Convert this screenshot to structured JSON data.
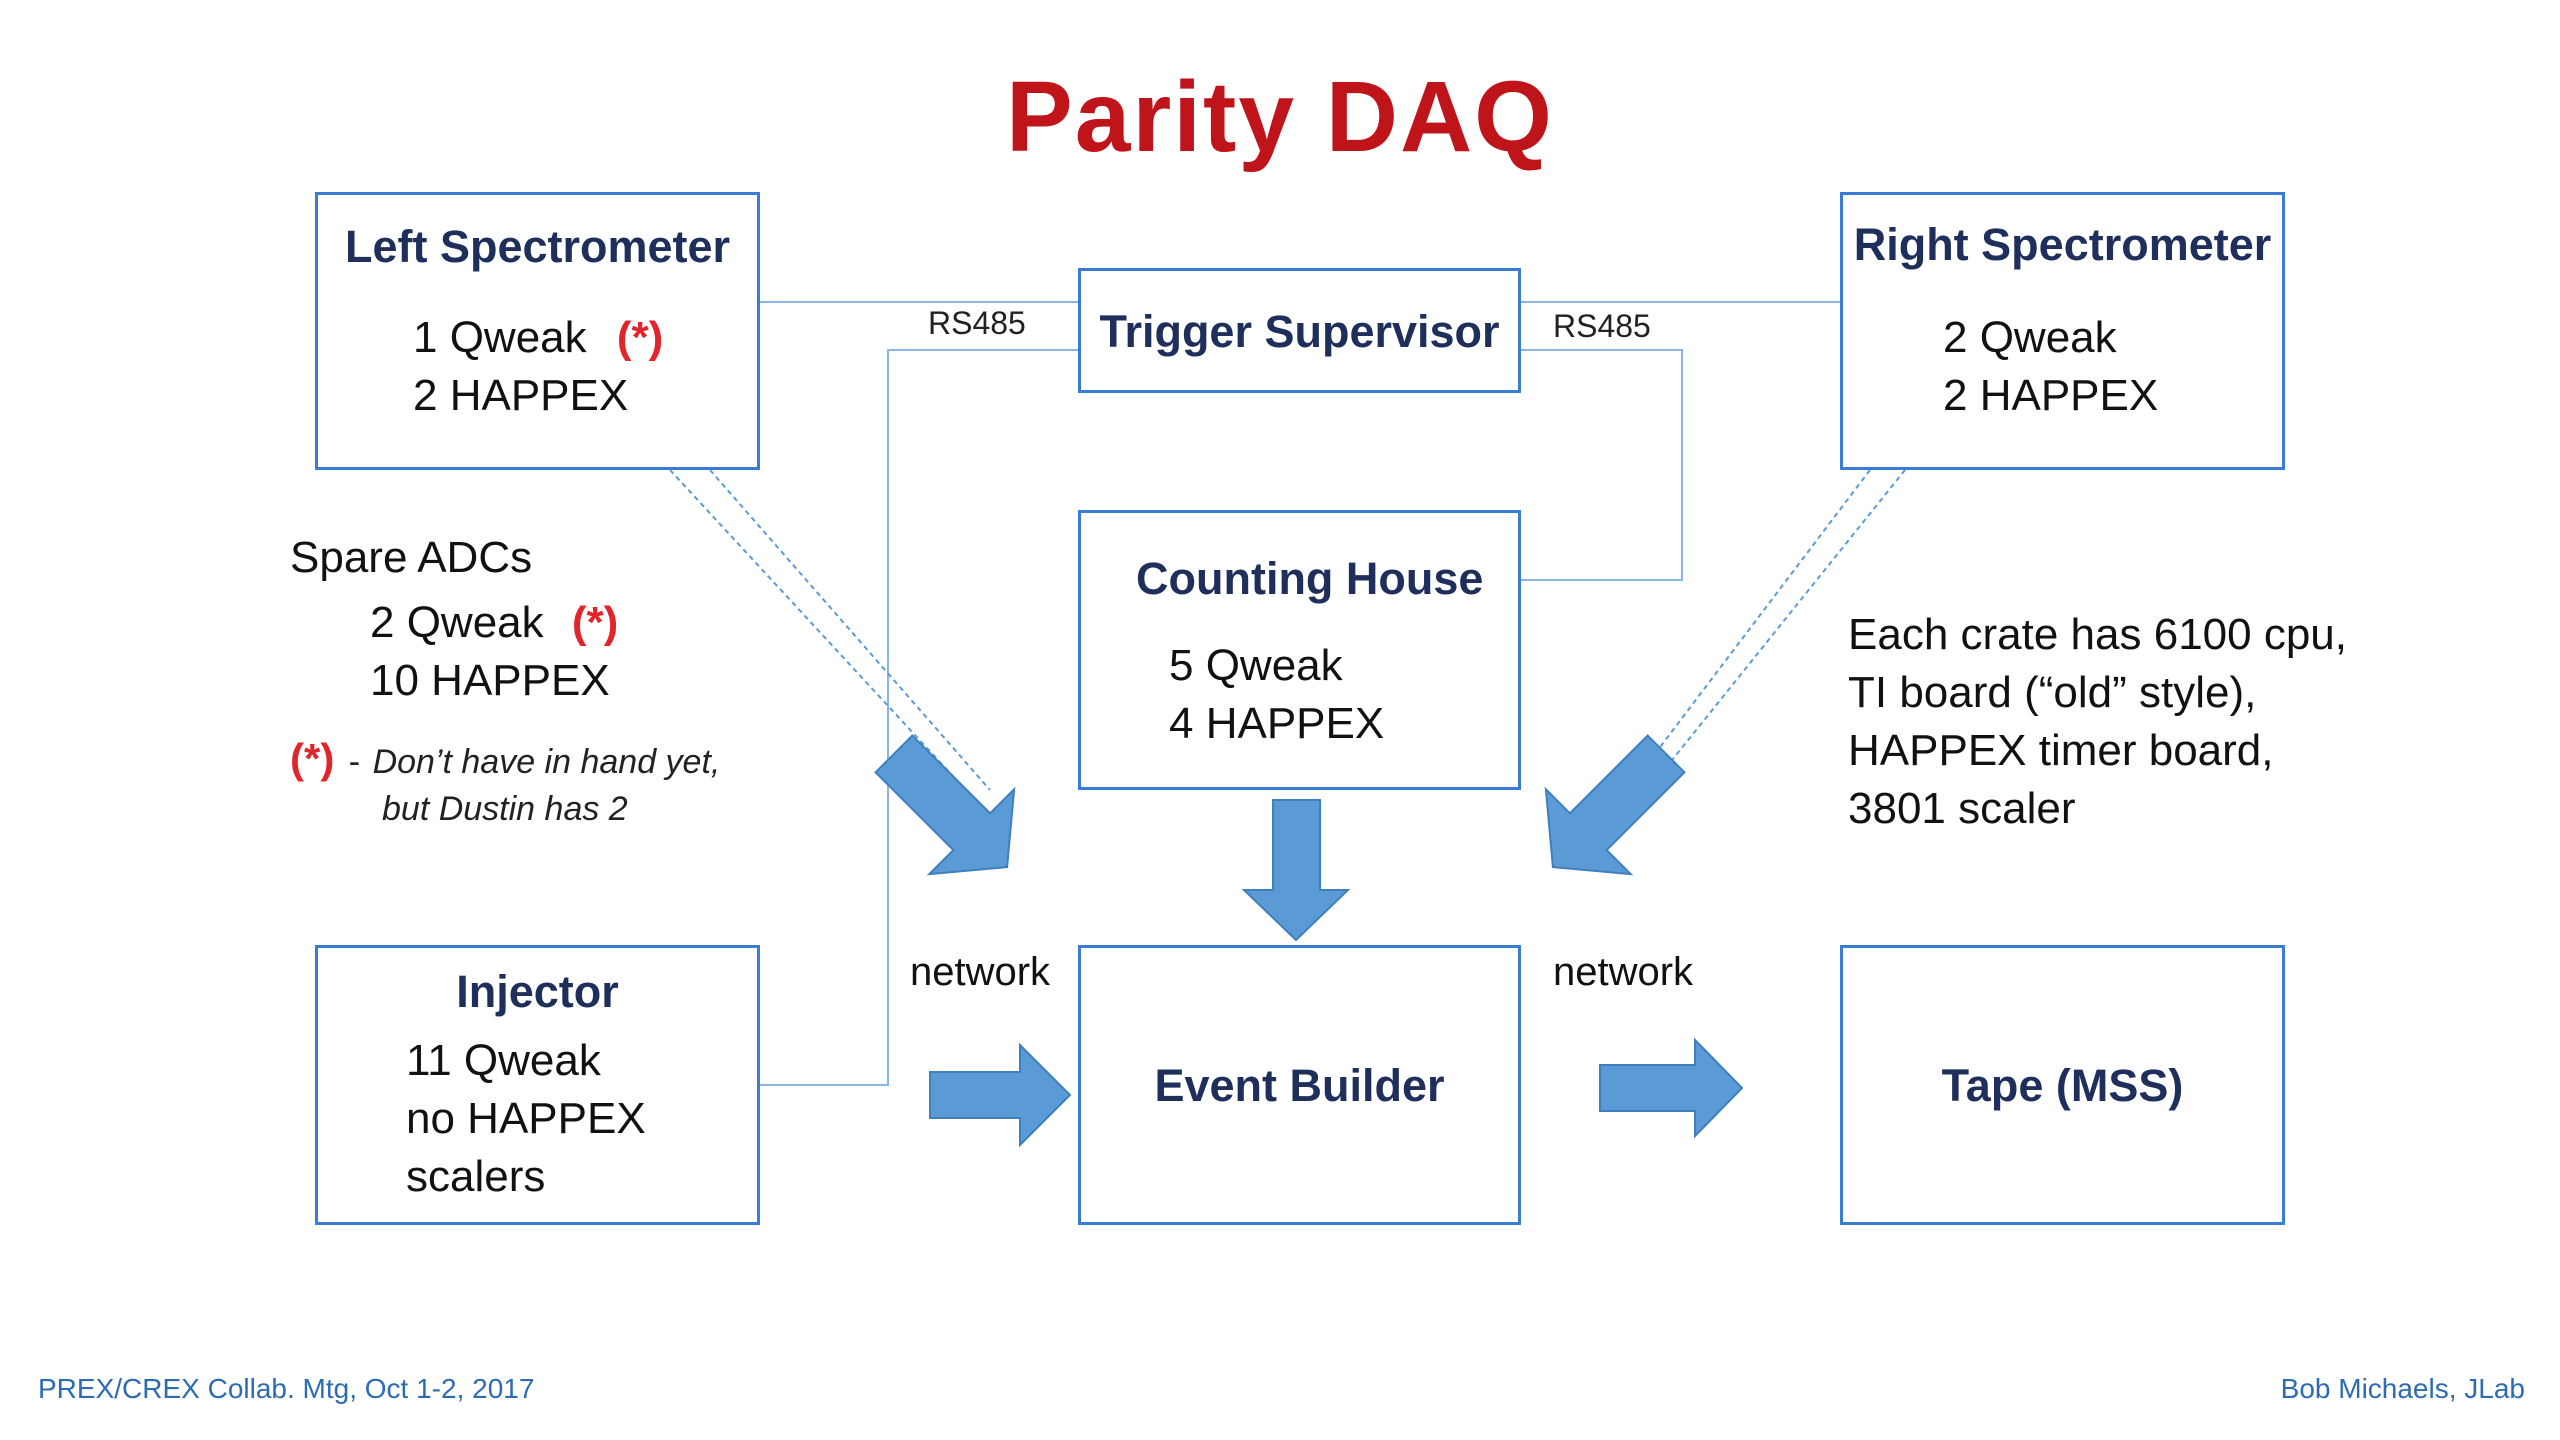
{
  "title": "Parity  DAQ",
  "left_spectrometer": {
    "title": "Left  Spectrometer",
    "line1": "1  Qweak",
    "line1_mark": "(*)",
    "line2": "2  HAPPEX"
  },
  "right_spectrometer": {
    "title": "Right  Spectrometer",
    "line1": "2  Qweak",
    "line2": "2  HAPPEX"
  },
  "trigger_supervisor": {
    "title": "Trigger  Supervisor"
  },
  "counting_house": {
    "title": "Counting House",
    "line1": "5  Qweak",
    "line2": "4  HAPPEX"
  },
  "injector": {
    "title": "Injector",
    "line1": "11  Qweak",
    "line2": "no  HAPPEX",
    "line3": "scalers"
  },
  "event_builder": {
    "title": "Event Builder"
  },
  "tape": {
    "title": "Tape  (MSS)"
  },
  "labels": {
    "rs485_left": "RS485",
    "rs485_right": "RS485",
    "network_left": "network",
    "network_right": "network"
  },
  "spare_adcs": {
    "heading": "Spare  ADCs",
    "line1": "2   Qweak",
    "line1_mark": "(*)",
    "line2": "10  HAPPEX"
  },
  "note": {
    "mark": "(*)",
    "dash": "-",
    "line1": "Don’t have in hand yet,",
    "line2": "but Dustin has 2"
  },
  "crate_info": {
    "line1": "Each crate  has  6100  cpu,",
    "line2": "TI board  (“old” style),",
    "line3": "HAPPEX  timer  board,",
    "line4": "3801 scaler"
  },
  "footer": {
    "left": "PREX/CREX  Collab. Mtg,  Oct 1-2, 2017",
    "right": "Bob Michaels,  JLab"
  },
  "colors": {
    "title": "#c0141b",
    "box_border": "#3a7bd5",
    "box_title": "#1f2f5c",
    "arrow": "#5b9bd5",
    "mark": "#e0262b"
  }
}
